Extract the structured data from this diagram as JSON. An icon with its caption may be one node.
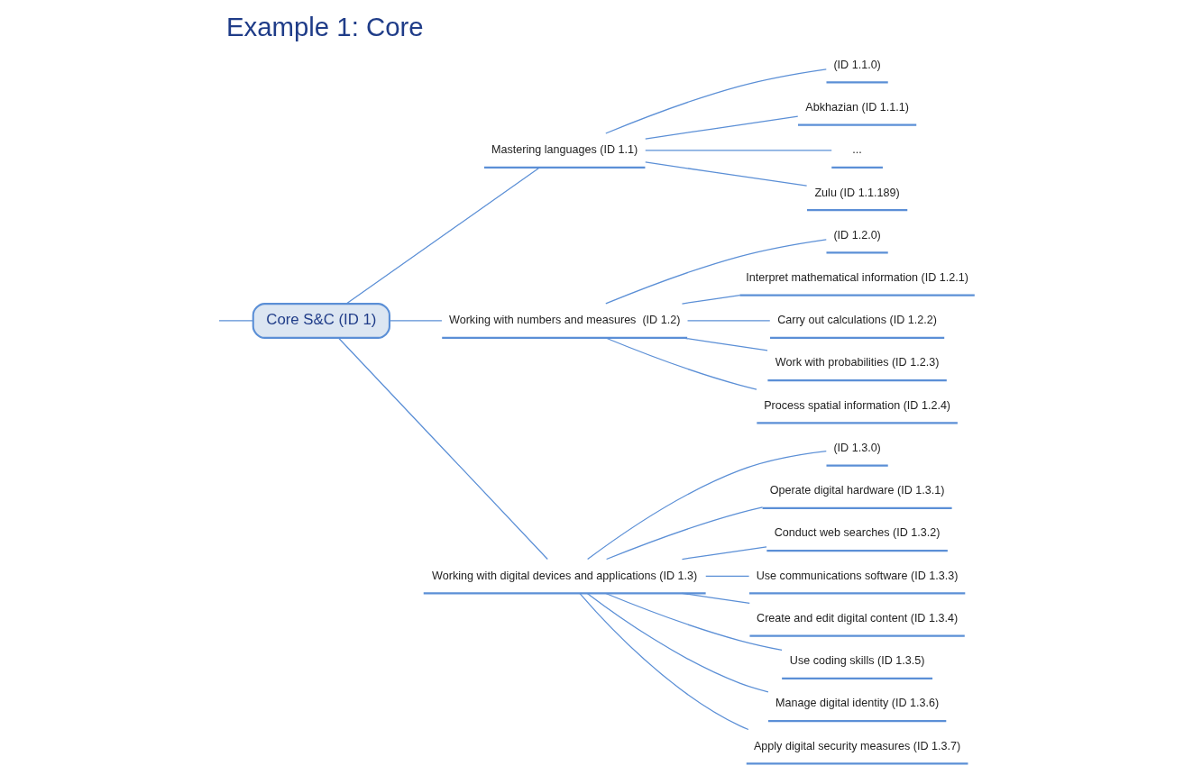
{
  "diagram": {
    "title": "Example 1: Core",
    "nodes": [
      {
        "text": [
          "Core S&C (ID 1)"
        ]
      },
      {
        "text": [
          "Mastering languages (ID 1.1)"
        ]
      },
      {
        "text": [
          "(ID 1.1.0)"
        ]
      },
      {
        "text": [
          "Abkhazian (ID 1.1.1)"
        ]
      },
      {
        "text": [
          "..."
        ]
      },
      {
        "text": [
          "Zulu (ID 1.1.189)"
        ]
      },
      {
        "text": [
          "Working with numbers and measures  (ID 1.2)"
        ]
      },
      {
        "text": [
          "(ID 1.2.0)"
        ]
      },
      {
        "text": [
          "Interpret mathematical information (ID 1.2.1)"
        ]
      },
      {
        "text": [
          "Carry out calculations (ID 1.2.2)"
        ]
      },
      {
        "text": [
          "Work with probabilities (ID 1.2.3)"
        ]
      },
      {
        "text": [
          "Process spatial information (ID 1.2.4)"
        ]
      },
      {
        "text": [
          "Working with digital devices and applications (ID 1.3)"
        ]
      },
      {
        "text": [
          "(ID 1.3.0)"
        ]
      },
      {
        "text": [
          "Operate digital hardware (ID 1.3.1)"
        ]
      },
      {
        "text": [
          "Conduct web searches (ID 1.3.2)"
        ]
      },
      {
        "text": [
          "Use communications software (ID 1.3.3)"
        ]
      },
      {
        "text": [
          "Create and edit digital content (ID 1.3.4)"
        ]
      },
      {
        "text": [
          "Use coding skills (ID 1.3.5)"
        ]
      },
      {
        "text": [
          "Manage digital identity (ID 1.3.6)"
        ]
      },
      {
        "text": [
          "Apply digital security measures (ID 1.3.7)"
        ]
      }
    ],
    "edges": [
      {
        "from": null,
        "to": 0,
        "arrow": "none"
      },
      {
        "from": 0,
        "to": 1,
        "arrow": "none"
      },
      {
        "from": 1,
        "to": 2,
        "arrow": "none"
      },
      {
        "from": 1,
        "to": 3,
        "arrow": "none"
      },
      {
        "from": 1,
        "to": 4,
        "arrow": "none"
      },
      {
        "from": 1,
        "to": 5,
        "arrow": "none"
      },
      {
        "from": 0,
        "to": 6,
        "arrow": "none"
      },
      {
        "from": 6,
        "to": 7,
        "arrow": "none"
      },
      {
        "from": 6,
        "to": 8,
        "arrow": "none"
      },
      {
        "from": 6,
        "to": 9,
        "arrow": "none"
      },
      {
        "from": 6,
        "to": 10,
        "arrow": "none"
      },
      {
        "from": 6,
        "to": 11,
        "arrow": "none"
      },
      {
        "from": 0,
        "to": 12,
        "arrow": "none"
      },
      {
        "from": 12,
        "to": 13,
        "arrow": "none"
      },
      {
        "from": 12,
        "to": 14,
        "arrow": "none"
      },
      {
        "from": 12,
        "to": 15,
        "arrow": "none"
      },
      {
        "from": 12,
        "to": 16,
        "arrow": "none"
      },
      {
        "from": 12,
        "to": 17,
        "arrow": "none"
      },
      {
        "from": 12,
        "to": 18,
        "arrow": "none"
      },
      {
        "from": 12,
        "to": 19,
        "arrow": "none"
      },
      {
        "from": 12,
        "to": 20,
        "arrow": "none"
      }
    ]
  }
}
